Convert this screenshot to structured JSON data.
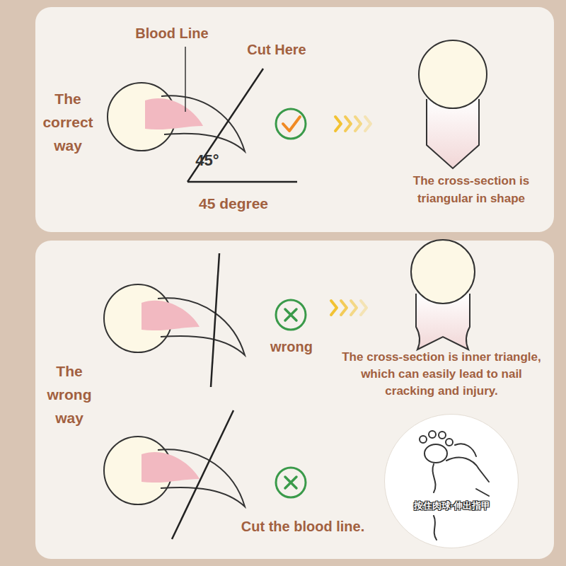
{
  "diagram": {
    "nodes": [
      {
        "text": [
          "The correct way",
          "Blood Line",
          "Cut Here",
          "45°",
          "45 degree",
          "The cross-section is triangular in shape"
        ]
      },
      {
        "text": [
          "The wrong way",
          "wrong",
          "The cross-section is inner triangle, which can easily lead to nail cracking and injury.",
          "Cut the blood line."
        ]
      },
      {
        "text": [
          "按住肉球·伸出指甲"
        ],
        "in": 1
      }
    ]
  }
}
